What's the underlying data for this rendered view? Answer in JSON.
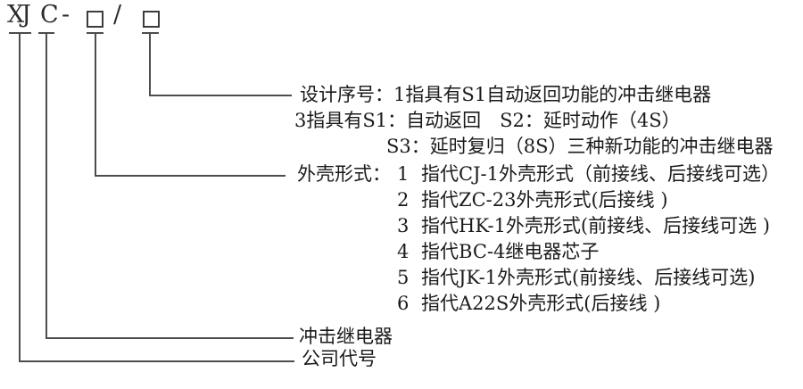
{
  "model": {
    "letters": [
      "X",
      "J",
      "C"
    ],
    "dash": "-",
    "slash": "/"
  },
  "sections": {
    "design_serial": {
      "label": "设计序号：",
      "line1_rest": "1指具有S1自动返回功能的冲击继电器",
      "line2": "3指具有S1：自动返回　S2：延时动作（4S）",
      "line3": "S3：延时复归（8S）三种新功能的冲击继电器"
    },
    "shell_form": {
      "label": "外壳形式：",
      "options": [
        {
          "num": "1",
          "desc": "指代CJ-1外壳形式（前接线、后接线可选）"
        },
        {
          "num": "2",
          "desc": "指代ZC-23外壳形式(后接线 )"
        },
        {
          "num": "3",
          "desc": "指代HK-1外壳形式(前接线、后接线可选 )"
        },
        {
          "num": "4",
          "desc": "指代BC-4继电器芯子"
        },
        {
          "num": "5",
          "desc": "指代JK-1外壳形式(前接线、后接线可选)"
        },
        {
          "num": "6",
          "desc": "指代A22S外壳形式(后接线 )"
        }
      ]
    },
    "relay": "冲击继电器",
    "company": "公司代号"
  },
  "colors": {
    "line": "#4d4d4d",
    "text": "#1a1a1a"
  }
}
